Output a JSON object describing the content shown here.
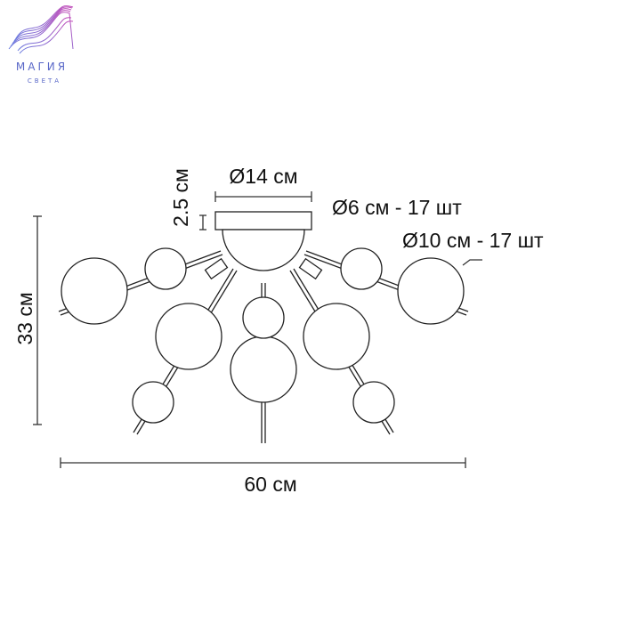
{
  "logo": {
    "brand": "МАГИЯ",
    "sub": "СВЕТА",
    "color_start": "#6a7de0",
    "color_end": "#c04ab8"
  },
  "dimensions": {
    "canopy_diameter": "Ø14 см",
    "canopy_height": "2.5 см",
    "small_shade": "Ø6 см - 17 шт",
    "large_shade": "Ø10 см - 17 шт",
    "total_height": "33 см",
    "total_width": "60 см"
  }
}
